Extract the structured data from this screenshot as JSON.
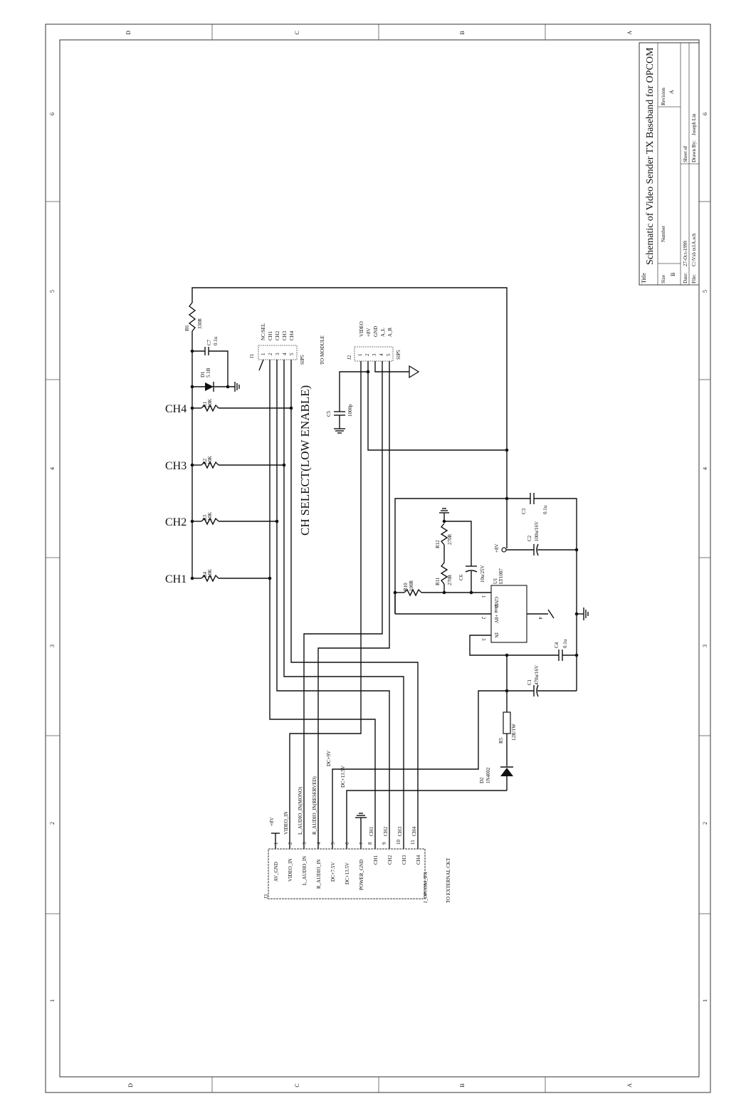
{
  "sheet": {
    "zones_columns": [
      "D",
      "C",
      "B",
      "A"
    ],
    "zones_rows": [
      "6",
      "5",
      "4",
      "3",
      "2",
      "1"
    ]
  },
  "title_block": {
    "title_label": "Title",
    "title": "Schematic of Video Sender TX Baseband for OPCOM",
    "size_label": "Size",
    "size": "B",
    "number_label": "Number",
    "revision_label": "Revision",
    "revision": "A",
    "date_label": "Date:",
    "date": "27-Oct-1999",
    "sheet_label": "Sheet    of",
    "file_label": "File:",
    "file": "C:\\Vsb tx1A.sch",
    "drawn_by_label": "Drawn By:",
    "drawn_by": "Joseph Lin"
  },
  "annotations": {
    "ch_select": "CH SELECT(LOW ENABLE)",
    "to_module": "TO MODULE",
    "to_external": "TO EXTERNAL CKT"
  },
  "channel_inputs": [
    {
      "label": "CH4",
      "resistor": "R1",
      "value": "10K"
    },
    {
      "label": "CH3",
      "resistor": "R2",
      "value": "10K"
    },
    {
      "label": "CH2",
      "resistor": "R3",
      "value": "10K"
    },
    {
      "label": "CH1",
      "resistor": "R4",
      "value": "10K"
    }
  ],
  "components": {
    "R6": {
      "ref": "R6",
      "value": "330R"
    },
    "C7": {
      "ref": "C7",
      "value": "0.1u"
    },
    "D1": {
      "ref": "D1",
      "value": "5.1B"
    },
    "C5": {
      "ref": "C5",
      "value": "1000p"
    },
    "C3": {
      "ref": "C3",
      "value": "0.1u"
    },
    "C2": {
      "ref": "C2",
      "value": "100u/16V"
    },
    "R12": {
      "ref": "R12",
      "value": "270R"
    },
    "R11": {
      "ref": "R11",
      "value": "270R"
    },
    "C6": {
      "ref": "C6",
      "value": "10u/25V"
    },
    "R10": {
      "ref": "R10",
      "value": "100R"
    },
    "U1": {
      "ref": "U1",
      "value": "LT1087",
      "pins": {
        "gnd": "GND",
        "vout": "Vout +8V",
        "in": "IN"
      },
      "pin_numbers": [
        "1",
        "2",
        "3",
        "4"
      ]
    },
    "C4": {
      "ref": "C4",
      "value": "0.1u"
    },
    "C1": {
      "ref": "C1",
      "value": "470u/16V"
    },
    "R5": {
      "ref": "R5",
      "value": "12R/1W"
    },
    "D2": {
      "ref": "D2",
      "value": "1N4002"
    },
    "vplus": "+8V"
  },
  "J1": {
    "ref": "J1",
    "type": "SIP5",
    "pins": [
      {
        "num": "1",
        "name": "NC/SEL"
      },
      {
        "num": "2",
        "name": "CH1"
      },
      {
        "num": "3",
        "name": "CH2"
      },
      {
        "num": "4",
        "name": "CH3"
      },
      {
        "num": "5",
        "name": "CH4"
      }
    ]
  },
  "J2": {
    "ref": "J2",
    "type": "SIP5",
    "pins": [
      {
        "num": "1",
        "name": "VIDEO"
      },
      {
        "num": "2",
        "name": "+8V"
      },
      {
        "num": "3",
        "name": "GND"
      },
      {
        "num": "4",
        "name": "A_L"
      },
      {
        "num": "5",
        "name": "A_R"
      }
    ]
  },
  "J3": {
    "ref": "J3",
    "type": "J_OPCOM_TX",
    "pins": [
      {
        "num": "1",
        "net": "+8V",
        "name": "AV_GND"
      },
      {
        "num": "2",
        "net": "VIDEO_IN",
        "name": "VIDEO_IN"
      },
      {
        "num": "3",
        "net": "L_AUDIO_IN(MONO)",
        "name": "L_AUDIO_IN"
      },
      {
        "num": "4",
        "net": "R_AUDIO_IN(RESERVED)",
        "name": "R_AUDIO_IN"
      },
      {
        "num": "5",
        "net": "DC+9V",
        "name": "DC+7.5V"
      },
      {
        "num": "6",
        "net": "DC+13.5V",
        "name": "DC+13.5V"
      },
      {
        "num": "7",
        "net": "",
        "name": "POWER_GND"
      },
      {
        "num": "8",
        "net": "CH1",
        "name": "CH1"
      },
      {
        "num": "9",
        "net": "CH2",
        "name": "CH2"
      },
      {
        "num": "10",
        "net": "CH3",
        "name": "CH3"
      },
      {
        "num": "11",
        "net": "CH4",
        "name": "CH4"
      }
    ]
  }
}
